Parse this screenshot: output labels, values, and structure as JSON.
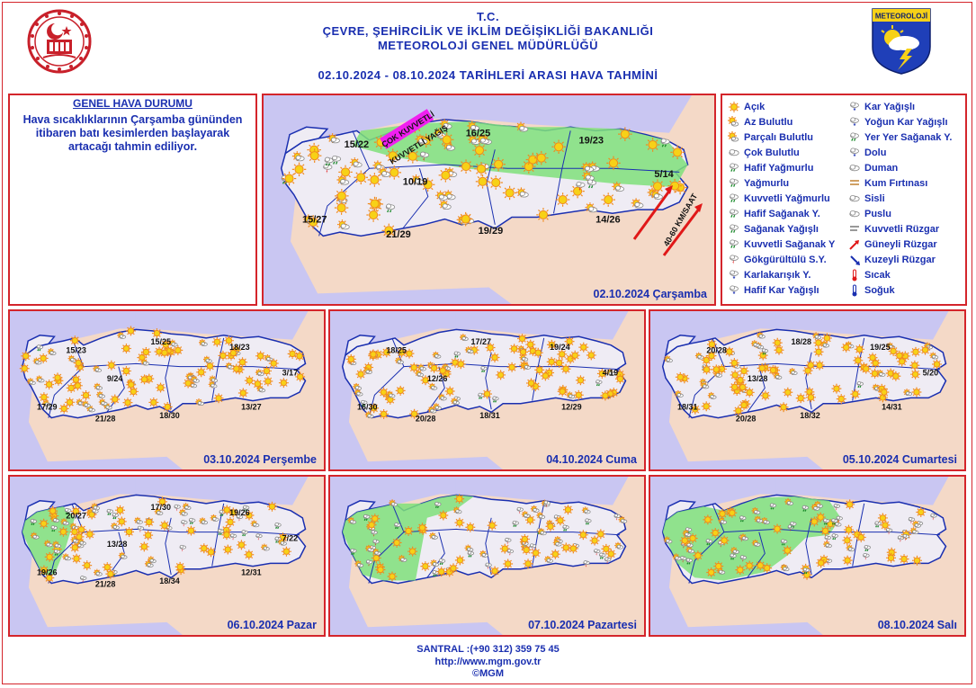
{
  "header": {
    "line1": "T.C.",
    "line2": "ÇEVRE, ŞEHİRCİLİK VE İKLİM DEĞİŞİKLİĞİ BAKANLIĞI",
    "line3": "METEOROLOJİ  GENEL  MÜDÜRLÜĞÜ",
    "line4": "02.10.2024  -  08.10.2024   TARİHLERİ  ARASI  HAVA  TAHMİNİ",
    "right_logo_text": "METEOROLOJİ"
  },
  "summary": {
    "title": "GENEL HAVA DURUMU",
    "text": "Hava sıcaklıklarının Çarşamba gününden itibaren batı kesimlerden başlayarak artacağı tahmin ediliyor."
  },
  "main_map": {
    "date_label": "02.10.2024 Çarşamba",
    "rain_label_1": "ÇOK KUVVETLİ",
    "rain_label_2": "KUVVETLİ YAĞIŞ",
    "wind_label": "40-60 KM/SAAT",
    "temps": [
      "15/22",
      "16/25",
      "19/23",
      "10/19",
      "5/14",
      "15/27",
      "21/29",
      "19/29",
      "14/26"
    ]
  },
  "days": [
    {
      "date_label": "03.10.2024 Perşembe",
      "green": false,
      "temps": [
        "15/23",
        "15/25",
        "18/23",
        "9/24",
        "3/17",
        "17/29",
        "21/28",
        "18/30",
        "13/27"
      ]
    },
    {
      "date_label": "04.10.2024 Cuma",
      "green": false,
      "temps": [
        "18/25",
        "17/27",
        "19/24",
        "12/26",
        "4/19",
        "16/30",
        "20/28",
        "18/31",
        "12/29"
      ]
    },
    {
      "date_label": "05.10.2024 Cumartesi",
      "green": false,
      "temps": [
        "20/28",
        "18/28",
        "19/25",
        "13/28",
        "5/20",
        "18/31",
        "20/28",
        "18/32",
        "14/31"
      ]
    },
    {
      "date_label": "06.10.2024 Pazar",
      "green": "west",
      "temps": [
        "20/27",
        "17/30",
        "19/26",
        "13/28",
        "7/22",
        "19/26",
        "21/28",
        "18/34",
        "12/31"
      ]
    },
    {
      "date_label": "07.10.2024 Pazartesi",
      "green": "west-north",
      "temps": []
    },
    {
      "date_label": "08.10.2024 Salı",
      "green": "west-central",
      "temps": []
    }
  ],
  "legend": [
    {
      "label": "Açık",
      "icon": "sun-icon"
    },
    {
      "label": "Kar Yağışlı",
      "icon": "snow-icon"
    },
    {
      "label": "Az Bulutlu",
      "icon": "partly-sunny-icon"
    },
    {
      "label": "Yoğun Kar Yağışlı",
      "icon": "heavy-snow-icon"
    },
    {
      "label": "Parçalı Bulutlu",
      "icon": "partly-cloudy-icon"
    },
    {
      "label": "Yer Yer Sağanak Y.",
      "icon": "scattered-showers-icon"
    },
    {
      "label": "Çok Bulutlu",
      "icon": "cloudy-icon"
    },
    {
      "label": "Dolu",
      "icon": "hail-icon"
    },
    {
      "label": "Hafif Yağmurlu",
      "icon": "light-rain-icon"
    },
    {
      "label": "Duman",
      "icon": "smoke-icon"
    },
    {
      "label": "Yağmurlu",
      "icon": "rain-icon"
    },
    {
      "label": "Kum Fırtınası",
      "icon": "sandstorm-icon"
    },
    {
      "label": "Kuvvetli Yağmurlu",
      "icon": "heavy-rain-icon"
    },
    {
      "label": "Sisli",
      "icon": "fog-icon"
    },
    {
      "label": "Hafif Sağanak Y.",
      "icon": "light-shower-icon"
    },
    {
      "label": "Puslu",
      "icon": "haze-icon"
    },
    {
      "label": "Sağanak Yağışlı",
      "icon": "shower-icon"
    },
    {
      "label": "Kuvvetli Rüzgar",
      "icon": "strong-wind-icon"
    },
    {
      "label": "Kuvvetli Sağanak Y",
      "icon": "heavy-shower-icon"
    },
    {
      "label": "Güneyli Rüzgar",
      "icon": "south-wind-icon"
    },
    {
      "label": "Gökgürültülü S.Y.",
      "icon": "thunderstorm-icon"
    },
    {
      "label": "Kuzeyli Rüzgar",
      "icon": "north-wind-icon"
    },
    {
      "label": "Karlakarışık Y.",
      "icon": "sleet-icon"
    },
    {
      "label": "Sıcak",
      "icon": "hot-thermometer-icon"
    },
    {
      "label": "Hafif Kar Yağışlı",
      "icon": "light-snow-icon"
    },
    {
      "label": "Soğuk",
      "icon": "cold-thermometer-icon"
    }
  ],
  "footer": {
    "phone": "SANTRAL :(+90 312) 359 75 45",
    "url": "http://www.mgm.gov.tr",
    "copyright": "©MGM"
  },
  "colors": {
    "border_red": "#d4252b",
    "text_blue": "#1a2fb0",
    "sea": "#c9c6f2",
    "land": "#efecf4",
    "outside": "#f4d9c7",
    "rain_green": "#7fe07a",
    "sun_yellow": "#f7d117",
    "sun_orange": "#f08a1c"
  }
}
